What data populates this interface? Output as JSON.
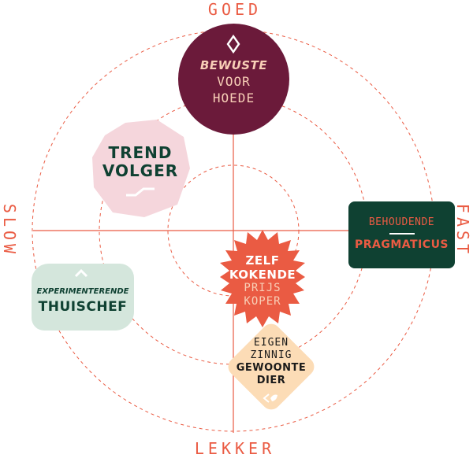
{
  "axes": {
    "top": "GOED",
    "bottom": "LEKKER",
    "left": "SLOW",
    "right": "FAST"
  },
  "profiles": {
    "bewuste_voorhoede": {
      "line1": "BEWUSTE",
      "line2": "VOOR",
      "line3": "HOEDE"
    },
    "trendvolger": {
      "line1": "TREND",
      "line2": "VOLGER"
    },
    "behoudende_pragmaticus": {
      "line1": "BEHOUDENDE",
      "line2": "PRAGMATICUS"
    },
    "experimenterende_thuischef": {
      "line1": "EXPERIMENTERENDE",
      "line2": "THUISCHEF"
    },
    "zelfkokende_prijskoper": {
      "line1": "ZELF",
      "line2": "KOKENDE",
      "line3": "PRIJS",
      "line4": "KOPER"
    },
    "eigenzinnig_gewoontedier": {
      "line1": "EIGEN",
      "line2": "ZINNIG",
      "line3": "GEWOONTE",
      "line4": "DIER"
    }
  },
  "colors": {
    "accent": "#ea5b43",
    "plum": "#6b1a3a",
    "pink": "#f5d6dc",
    "darkgreen": "#0f4132",
    "mint": "#d4e6dc",
    "peach": "#fcdcb6",
    "salmon": "#f8cfb7"
  }
}
